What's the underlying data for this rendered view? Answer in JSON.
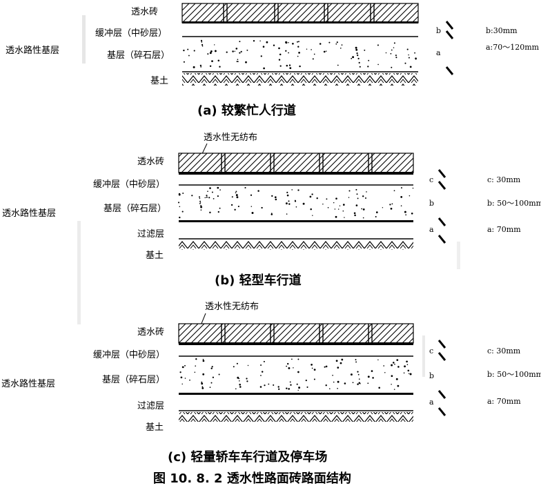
{
  "panels": [
    {
      "id": "a",
      "side_label": "透水路性基层",
      "layer_labels": [
        "透水砖",
        "缓冲层（中砂层）",
        "基层（碎石层）",
        "基土"
      ],
      "dim_letters": [
        "b",
        "a"
      ],
      "dimensions": [
        "b:30mm",
        "a:70～120mm"
      ],
      "caption": "(a)  较繁忙人行道"
    },
    {
      "id": "b",
      "fabric_label": "透水性无纺布",
      "side_label": "透水路性基层",
      "layer_labels": [
        "透水砖",
        "缓冲层（中砂层）",
        "基层（碎石层）",
        "过滤层",
        "基土"
      ],
      "dim_letters": [
        "c",
        "b",
        "a"
      ],
      "dimensions": [
        "c: 30mm",
        "b: 50～100mm",
        "a: 70mm"
      ],
      "caption": "(b)  轻型车行道"
    },
    {
      "id": "c",
      "fabric_label": "透水性无纺布",
      "side_label": "透水路性基层",
      "layer_labels": [
        "透水砖",
        "缓冲层（中砂层）",
        "基层（碎石层）",
        "过滤层",
        "基土"
      ],
      "dim_letters": [
        "c",
        "b",
        "a"
      ],
      "dimensions": [
        "c: 30mm",
        "b: 50～100mm",
        "a: 70mm"
      ],
      "caption": "(c)  轻量轿车车行道及停车场"
    }
  ],
  "figure_title": "图 10. 8. 2    透水性路面砖路面结构"
}
